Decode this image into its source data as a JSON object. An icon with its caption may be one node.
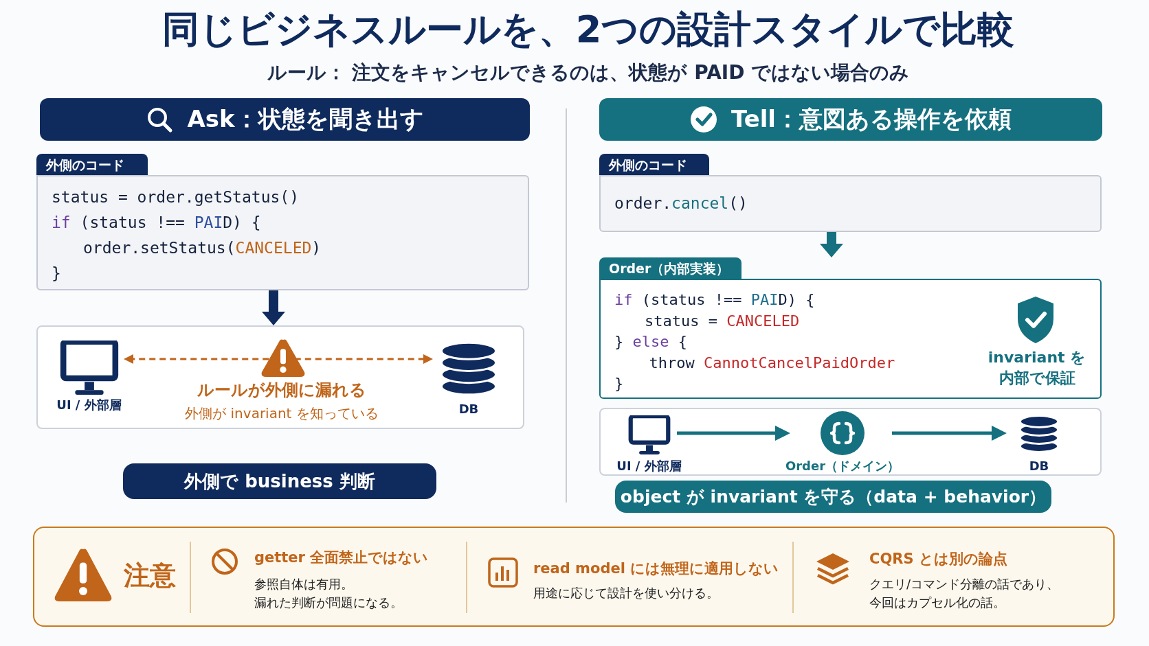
{
  "diagram": {
    "title": "同じビジネスルールを、2つの設計スタイルで比較",
    "nodes": [
      {
        "text": [
          "Ask：状態を聞き出す"
        ]
      },
      {
        "text": [
          "外側のコード",
          "status = order.getStatus()",
          "if (status !== PAID) {",
          "order.setStatus(CANCELED)",
          "}"
        ]
      },
      {
        "text": [],
        "shape": "box"
      },
      {
        "text": [
          "UI / 外部層"
        ],
        "in": 2
      },
      {
        "text": [],
        "shape": "triangle",
        "in": 2,
        "beside": [
          "ルールが外側に漏れる",
          "外側が invariant を知っている"
        ]
      },
      {
        "text": [
          "DB"
        ],
        "in": 2
      },
      {
        "text": [
          "外側で business 判断"
        ]
      },
      {
        "text": [
          "Tell：意図ある操作を依頼"
        ]
      },
      {
        "text": [
          "外側のコード",
          "order.cancel()"
        ]
      },
      {
        "text": [
          "Order（内部実装）",
          "if (status !== PAID) {",
          "status = CANCELED",
          "} else {",
          "throw CannotCancelPaidOrder",
          "}",
          "invariant を内部で保証"
        ]
      },
      {
        "text": [],
        "shape": "box"
      },
      {
        "text": [
          "UI / 外部層"
        ],
        "in": 10
      },
      {
        "text": [
          "Order（ドメイン）"
        ],
        "in": 10
      },
      {
        "text": [
          "DB"
        ],
        "in": 10
      },
      {
        "text": [
          "object が invariant を守る（data + behavior）"
        ]
      },
      {
        "text": [
          "注意"
        ]
      },
      {
        "text": [
          "getter 全面禁止ではない",
          "参照自体は有用。漏れた判断が問題になる。"
        ],
        "in": 15
      },
      {
        "text": [
          "read model には無理に適用しない",
          "用途に応じて設計を使い分ける。"
        ],
        "in": 15
      },
      {
        "text": [
          "CQRS とは別の論点",
          "クエリ/コマンド分離の話であり、今回はカプセル化の話。"
        ],
        "in": 15
      }
    ],
    "edges": [
      {
        "from": 1,
        "to": 2,
        "arrow": "to",
        "style": "thick",
        "color": "#0f2a5c"
      },
      {
        "from": 4,
        "to": 3,
        "arrow": "to",
        "style": "dashed",
        "color": "#c0651a"
      },
      {
        "from": 4,
        "to": 5,
        "arrow": "to",
        "style": "dashed",
        "color": "#c0651a"
      },
      {
        "from": 8,
        "to": 9,
        "arrow": "to",
        "style": "thick"
      },
      {
        "from": 11,
        "to": 12,
        "arrow": "to"
      },
      {
        "from": 12,
        "to": 13,
        "arrow": "to"
      }
    ],
    "labels": [
      "ルール： 注文をキャンセルできるのは、状態が PAID ではない場合のみ"
    ]
  }
}
